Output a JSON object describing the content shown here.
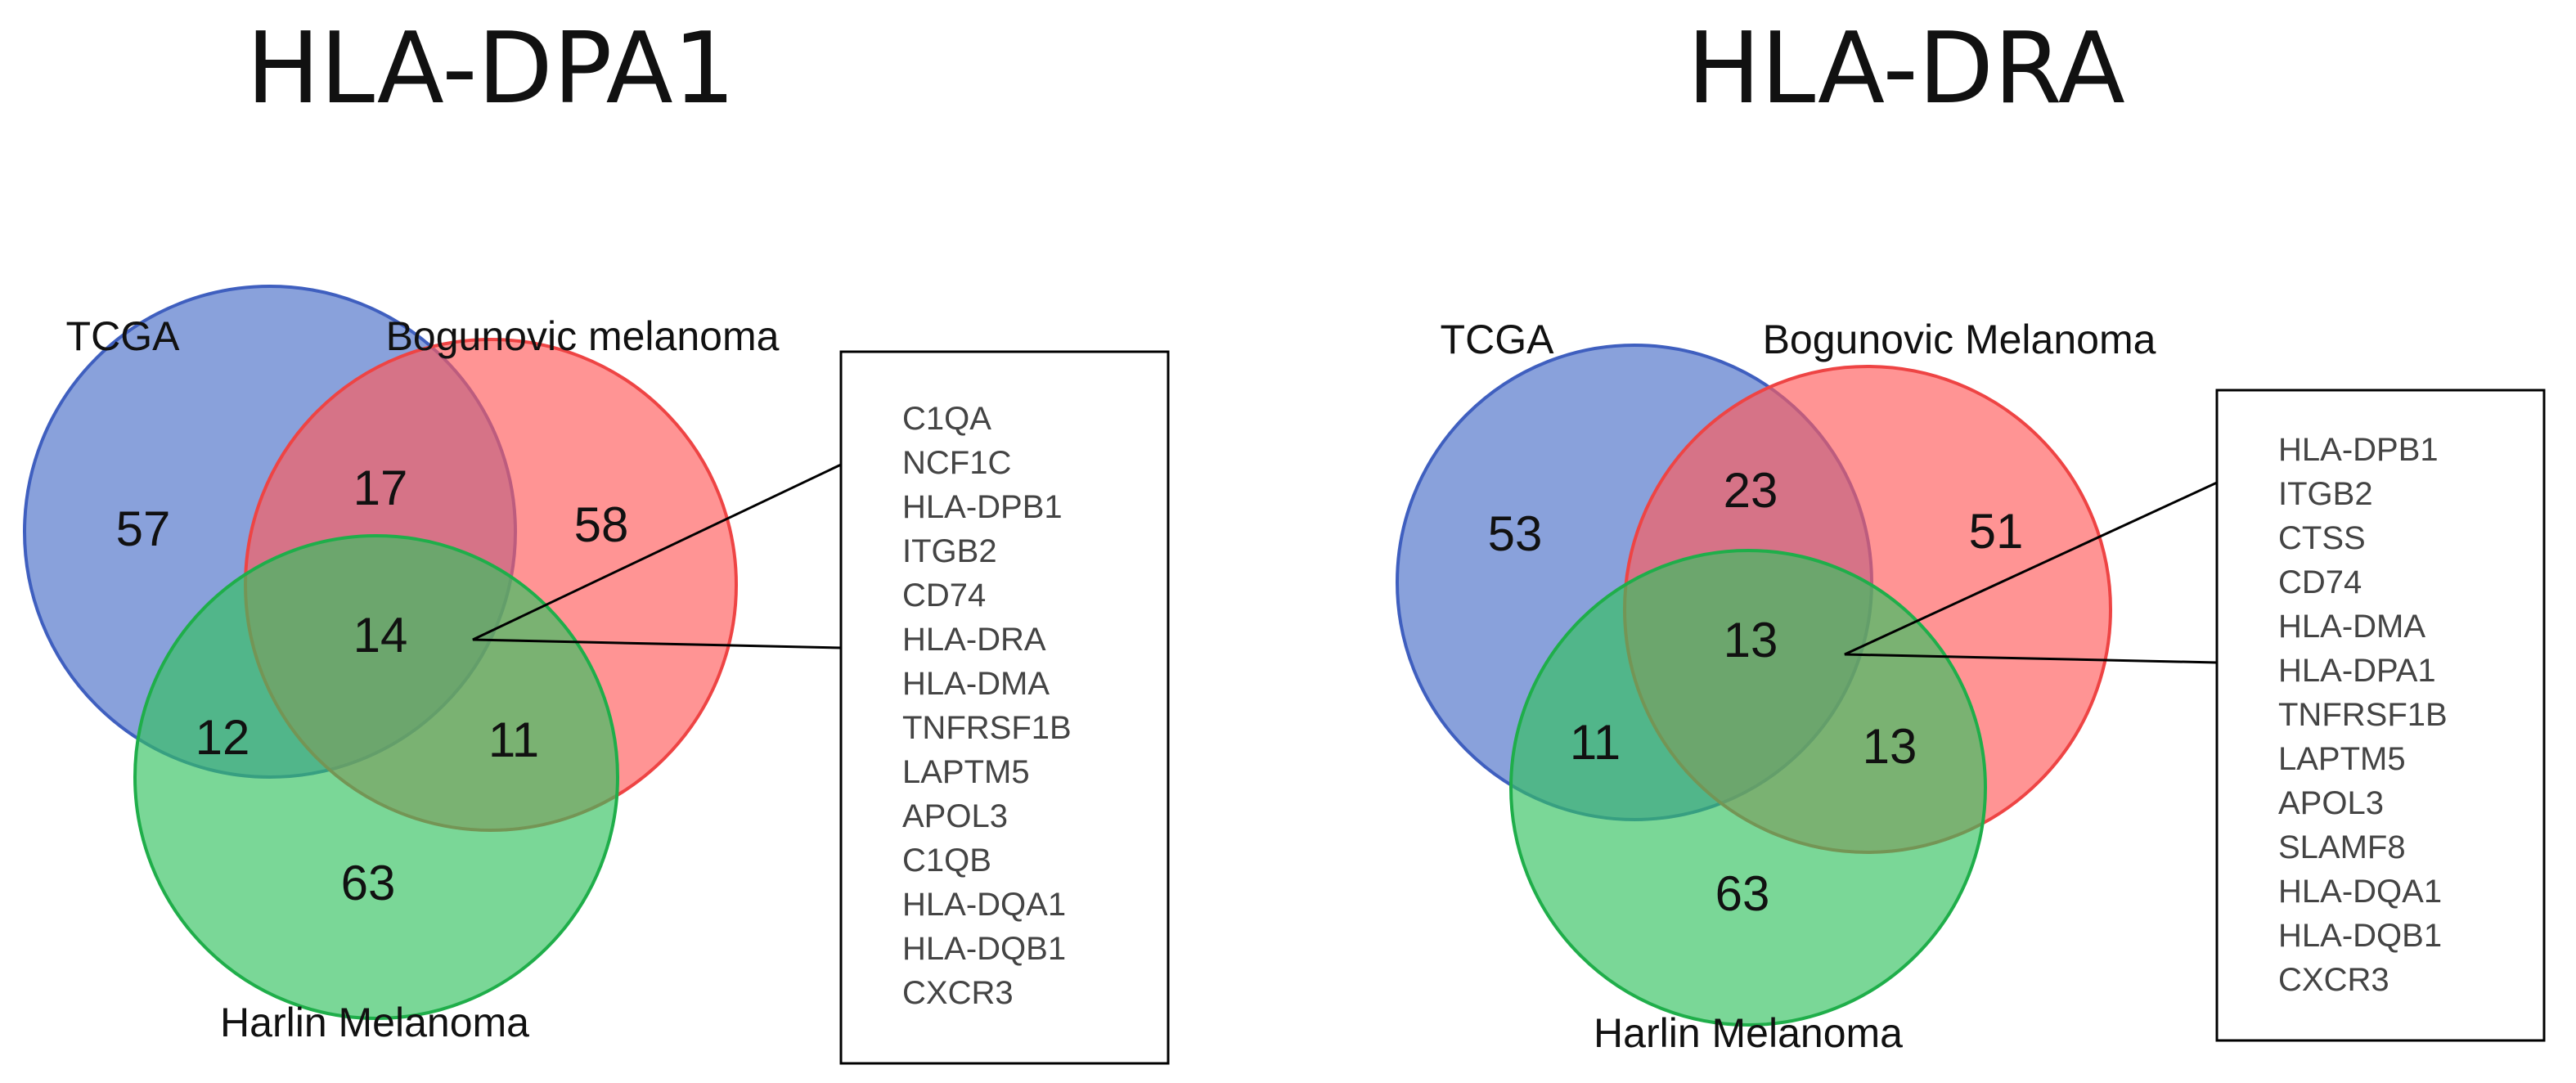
{
  "colors": {
    "set_a_fill": "#4a6fc7",
    "set_a_stroke": "#3f5fbf",
    "set_b_fill": "#ff5a5a",
    "set_b_stroke": "#ee4444",
    "set_c_fill": "#33c160",
    "set_c_stroke": "#1fae4a",
    "text": "#111111",
    "gene_text": "#444444",
    "box_stroke": "#000000"
  },
  "diagrams": [
    {
      "title": "HLA-DPA1",
      "set_labels": {
        "a": "TCGA",
        "b": "Bogunovic melanoma",
        "c": "Harlin Melanoma"
      },
      "counts": {
        "a_only": "57",
        "b_only": "58",
        "c_only": "63",
        "ab": "17",
        "ac": "12",
        "bc": "11",
        "abc": "14"
      },
      "genes": [
        "C1QA",
        "NCF1C",
        "HLA-DPB1",
        "ITGB2",
        "CD74",
        "HLA-DRA",
        "HLA-DMA",
        "TNFRSF1B",
        "LAPTM5",
        "APOL3",
        "C1QB",
        "HLA-DQA1",
        "HLA-DQB1",
        "CXCR3"
      ]
    },
    {
      "title": "HLA-DRA",
      "set_labels": {
        "a": "TCGA",
        "b": "Bogunovic Melanoma",
        "c": "Harlin Melanoma"
      },
      "counts": {
        "a_only": "53",
        "b_only": "51",
        "c_only": "63",
        "ab": "23",
        "ac": "11",
        "bc": "13",
        "abc": "13"
      },
      "genes": [
        "HLA-DPB1",
        "ITGB2",
        "CTSS",
        "CD74",
        "HLA-DMA",
        "HLA-DPA1",
        "TNFRSF1B",
        "LAPTM5",
        "APOL3",
        "SLAMF8",
        "HLA-DQA1",
        "HLA-DQB1",
        "CXCR3"
      ]
    }
  ]
}
